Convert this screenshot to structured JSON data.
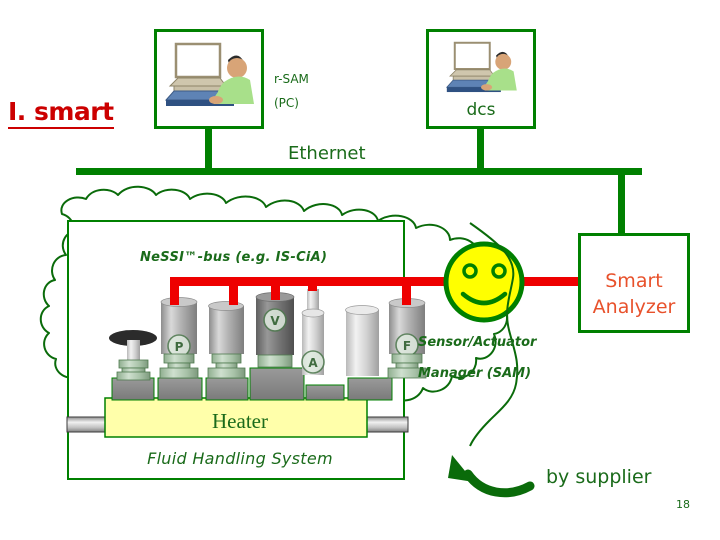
{
  "slide": {
    "title": "I. smart",
    "page_number": "18",
    "supplier_note": "by supplier",
    "accent_red": "#cc0000",
    "accent_green": "#008000",
    "label_green": "#1a6b1a",
    "analyzer_orange": "#e8512b",
    "bus_red": "#ee0000",
    "smiley_yellow": "#ffff00",
    "heater_yellow": "#ffffaa"
  },
  "network": {
    "bus_label": "Ethernet",
    "nodes": [
      {
        "id": "r-sam",
        "label_primary": "r-SAM",
        "label_secondary": "(PC)",
        "icon": "person-at-computer-icon"
      },
      {
        "id": "dcs",
        "label_primary": "dcs",
        "label_secondary": "",
        "icon": "person-at-computer-icon"
      }
    ]
  },
  "cloud": {
    "bus_label": "NeSSI™-bus (e.g. IS-CiA)",
    "heater_label": "Heater",
    "system_label": "Fluid Handling System",
    "instruments": [
      {
        "tag": "",
        "kind": "manual-valve-handle"
      },
      {
        "tag": "P",
        "kind": "pressure-transmitter"
      },
      {
        "tag": "",
        "kind": "blank-port"
      },
      {
        "tag": "V",
        "kind": "control-valve"
      },
      {
        "tag": "A",
        "kind": "analyzer-probe"
      },
      {
        "tag": "",
        "kind": "blank-port"
      },
      {
        "tag": "F",
        "kind": "flow-transmitter"
      }
    ]
  },
  "sam": {
    "label_line1": "Sensor/Actuator",
    "label_line2": "Manager (SAM)",
    "icon": "smiley-face-icon"
  },
  "analyzer": {
    "label_line1": "Smart",
    "label_line2": "Analyzer"
  }
}
